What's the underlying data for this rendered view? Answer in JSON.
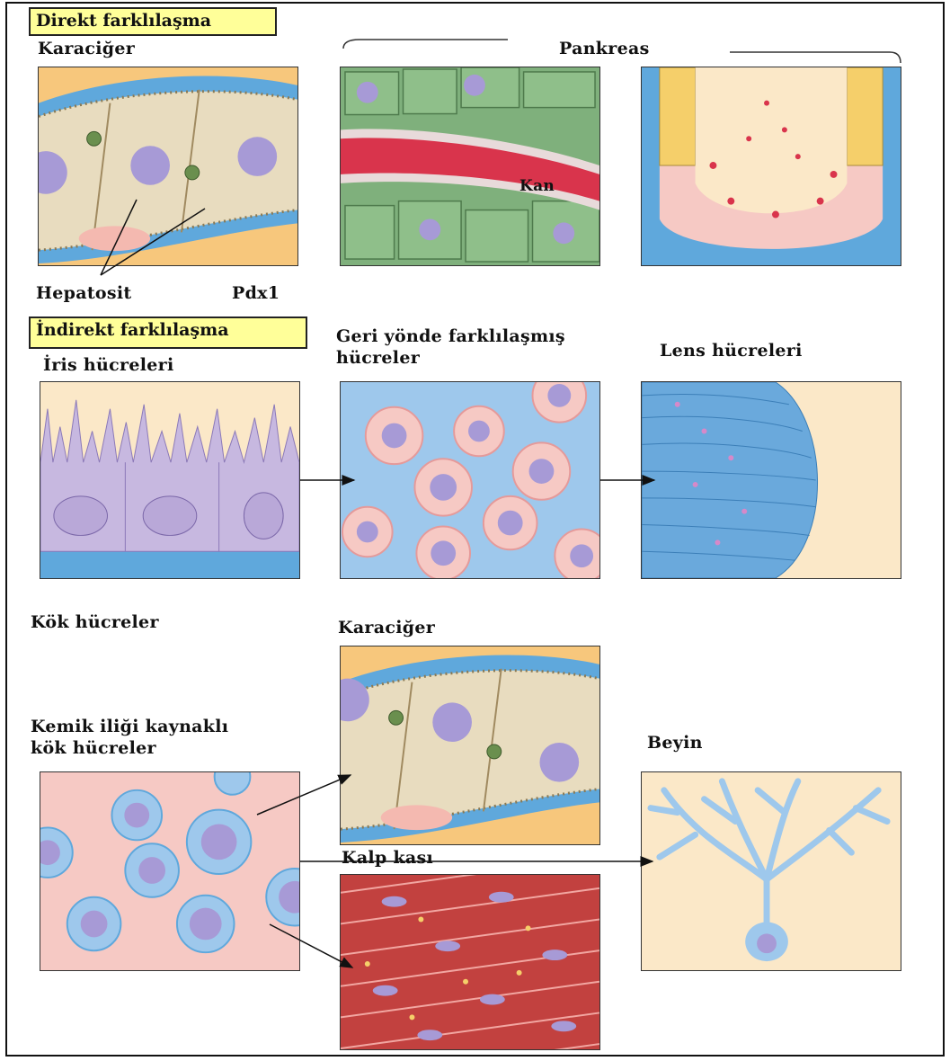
{
  "direct": {
    "heading": "Direkt farklılaşma",
    "liver_label": "Karaciğer",
    "pancreas_label": "Pankreas",
    "blood_label": "Kan",
    "hepatocyte_label": "Hepatosit",
    "pdx1_label": "Pdx1"
  },
  "indirect": {
    "heading": "İndirekt farklılaşma",
    "iris_label": "İris hücreleri",
    "dediff_label_line1": "Geri yönde farklılaşmış",
    "dediff_label_line2": "hücreler",
    "lens_label": "Lens hücreleri"
  },
  "stem": {
    "heading": "Kök hücreler",
    "marrow_label_line1": "Kemik iliği kaynaklı",
    "marrow_label_line2": "kök hücreler",
    "liver_label": "Karaciğer",
    "heart_label": "Kalp kası",
    "brain_label": "Beyin"
  },
  "colors": {
    "yellow_tag": "#ffff99",
    "liver_tan": "#e8dcbf",
    "blood_blue": "#5fa8dc",
    "nucleus_purple": "#a79ad6",
    "green_cell": "#7fb07c",
    "blood_red": "#d9344c",
    "pink_bg": "#f6c9c4",
    "cream_bg": "#fbe8c8",
    "light_blue_bg": "#9ec8ec",
    "muscle_red": "#c2413f"
  }
}
